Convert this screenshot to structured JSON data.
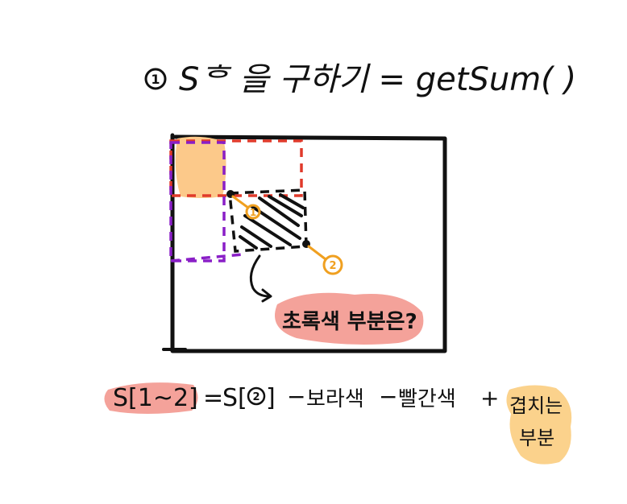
{
  "title": {
    "step_marker": "1",
    "text": "Sᄒ 을 구하기 = getSum( )"
  },
  "annotations": {
    "point_1": "1",
    "point_2": "2",
    "question": "초록색 부분은?"
  },
  "formula": {
    "lhs": "S[1~2]",
    "eq": "=",
    "s_prefix": "S[",
    "s_marker": "2",
    "s_suffix": "]",
    "minus1": "−",
    "term_blue": "보라색",
    "minus2": "−",
    "term_red": "빨간색",
    "plus": "+",
    "term_overlap_line1": "겹치는",
    "term_overlap_line2": "부분"
  },
  "colors": {
    "ink": "#111111",
    "red_dash": "#e03a2b",
    "purple_dash": "#8a1fc7",
    "orange_fill": "#fcc98a",
    "orange_marker": "#f0a020",
    "pink_highlight": "#f4a29a",
    "yellow_highlight": "#fbd28c"
  }
}
